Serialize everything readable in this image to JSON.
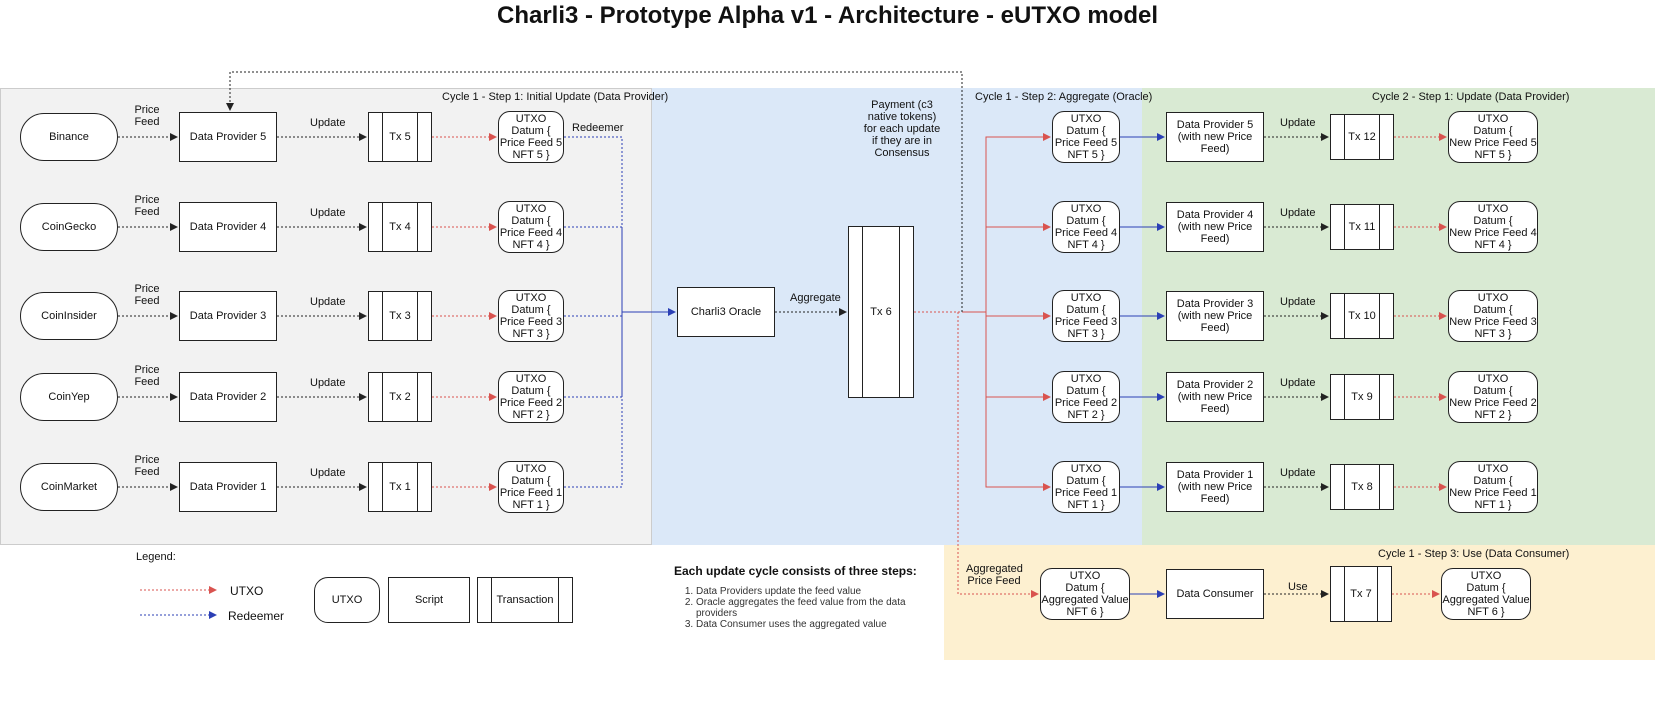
{
  "title": "Charli3 - Prototype Alpha v1 - Architecture - eUTXO model",
  "regions": {
    "r1": "Cycle 1 - Step 1: Initial Update (Data Provider)",
    "r2": "Cycle 1 - Step 2: Aggregate (Oracle)",
    "r3": "Cycle 2 - Step 1: Update (Data Provider)",
    "r4": "Cycle 1 - Step 3: Use (Data Consumer)"
  },
  "rows": [
    {
      "source": "Binance",
      "provider": "Data Provider 5",
      "tx": "Tx 5",
      "utxo": [
        "UTXO",
        "Datum  {",
        "Price Feed 5",
        "NFT 5 }"
      ],
      "utxo2": [
        "UTXO",
        "Datum  {",
        "Price Feed 5",
        "NFT 5 }"
      ],
      "provider_new": "Data Provider 5 (with new Price Feed)",
      "tx_new": "Tx 12",
      "utxo_new": [
        "UTXO",
        "Datum  {",
        "New Price Feed 5",
        "NFT 5 }"
      ]
    },
    {
      "source": "CoinGecko",
      "provider": "Data Provider 4",
      "tx": "Tx 4",
      "utxo": [
        "UTXO",
        "Datum  {",
        "Price Feed 4",
        "NFT 4 }"
      ],
      "utxo2": [
        "UTXO",
        "Datum  {",
        "Price Feed 4",
        "NFT 4 }"
      ],
      "provider_new": "Data Provider 4 (with new Price Feed)",
      "tx_new": "Tx 11",
      "utxo_new": [
        "UTXO",
        "Datum  {",
        "New Price Feed 4",
        "NFT 4 }"
      ]
    },
    {
      "source": "CoinInsider",
      "provider": "Data Provider 3",
      "tx": "Tx 3",
      "utxo": [
        "UTXO",
        "Datum  {",
        "Price Feed 3",
        "NFT 3 }"
      ],
      "utxo2": [
        "UTXO",
        "Datum  {",
        "Price Feed 3",
        "NFT 3 }"
      ],
      "provider_new": "Data Provider 3 (with new Price Feed)",
      "tx_new": "Tx 10",
      "utxo_new": [
        "UTXO",
        "Datum  {",
        "New Price Feed 3",
        "NFT 3 }"
      ]
    },
    {
      "source": "CoinYep",
      "provider": "Data Provider 2",
      "tx": "Tx 2",
      "utxo": [
        "UTXO",
        "Datum  {",
        "Price Feed 2",
        "NFT 2 }"
      ],
      "utxo2": [
        "UTXO",
        "Datum  {",
        "Price Feed 2",
        "NFT 2 }"
      ],
      "provider_new": "Data Provider 2 (with new Price Feed)",
      "tx_new": "Tx 9",
      "utxo_new": [
        "UTXO",
        "Datum  {",
        "New Price Feed 2",
        "NFT 2 }"
      ]
    },
    {
      "source": "CoinMarket",
      "provider": "Data Provider 1",
      "tx": "Tx 1",
      "utxo": [
        "UTXO",
        "Datum  {",
        "Price Feed 1",
        "NFT 1 }"
      ],
      "utxo2": [
        "UTXO",
        "Datum  {",
        "Price Feed 1",
        "NFT 1 }"
      ],
      "provider_new": "Data Provider 1 (with new Price Feed)",
      "tx_new": "Tx 8",
      "utxo_new": [
        "UTXO",
        "Datum  {",
        "New Price Feed 1",
        "NFT 1 }"
      ]
    }
  ],
  "edge_labels": {
    "price_feed": "Price Feed",
    "update": "Update",
    "redeemer": "Redeemer",
    "aggregate": "Aggregate",
    "payment": "Payment (c3 native tokens) for each update if they are in Consensus",
    "aggregated_price_feed": "Aggregated Price Feed",
    "use": "Use"
  },
  "oracle": "Charli3 Oracle",
  "tx6": "Tx 6",
  "consumer": {
    "utxo": [
      "UTXO",
      "Datum  {",
      "Aggregated Value",
      "NFT 6 }"
    ],
    "name": "Data Consumer",
    "tx": "Tx 7",
    "utxo_out": [
      "UTXO",
      "Datum  {",
      "Aggregated Value",
      "NFT 6 }"
    ]
  },
  "legend": {
    "title": "Legend:",
    "utxo_arrow": "UTXO",
    "redeemer_arrow": "Redeemer",
    "shape_utxo": "UTXO",
    "shape_script": "Script",
    "shape_tx": "Transaction"
  },
  "notes": {
    "heading": "Each update cycle consists of three steps:",
    "items": [
      "Data Providers update the feed value",
      "Oracle aggregates the feed value from the data providers",
      "Data Consumer uses the aggregated value"
    ]
  },
  "colors": {
    "utxo_arrow": "#d9534f",
    "redeemer_arrow": "#2b3fb5",
    "r1_bg": "#f2f2f2",
    "r2_bg": "#dbe8f8",
    "r3_bg": "#d9ead3",
    "r4_bg": "#fdf0d0"
  }
}
